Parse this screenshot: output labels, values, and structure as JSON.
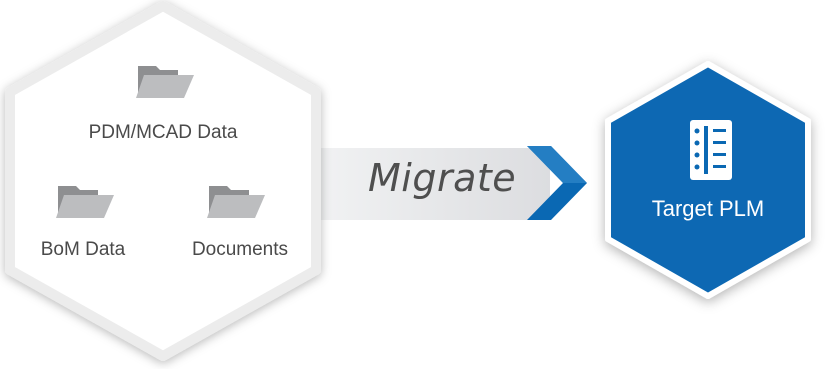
{
  "source": {
    "items": [
      {
        "label": "PDM/MCAD Data",
        "icon": "folder-icon"
      },
      {
        "label": "BoM Data",
        "icon": "folder-icon"
      },
      {
        "label": "Documents",
        "icon": "folder-icon"
      }
    ]
  },
  "arrow": {
    "label": "Migrate",
    "icon": "chevron-right-icon"
  },
  "target": {
    "label": "Target PLM",
    "icon": "list-document-icon"
  },
  "colors": {
    "brand_blue": "#0a68b3",
    "arrow_band": "#e3e4e6",
    "folder_gray": "#a2a3a5",
    "text_gray": "#4a4a4a"
  }
}
